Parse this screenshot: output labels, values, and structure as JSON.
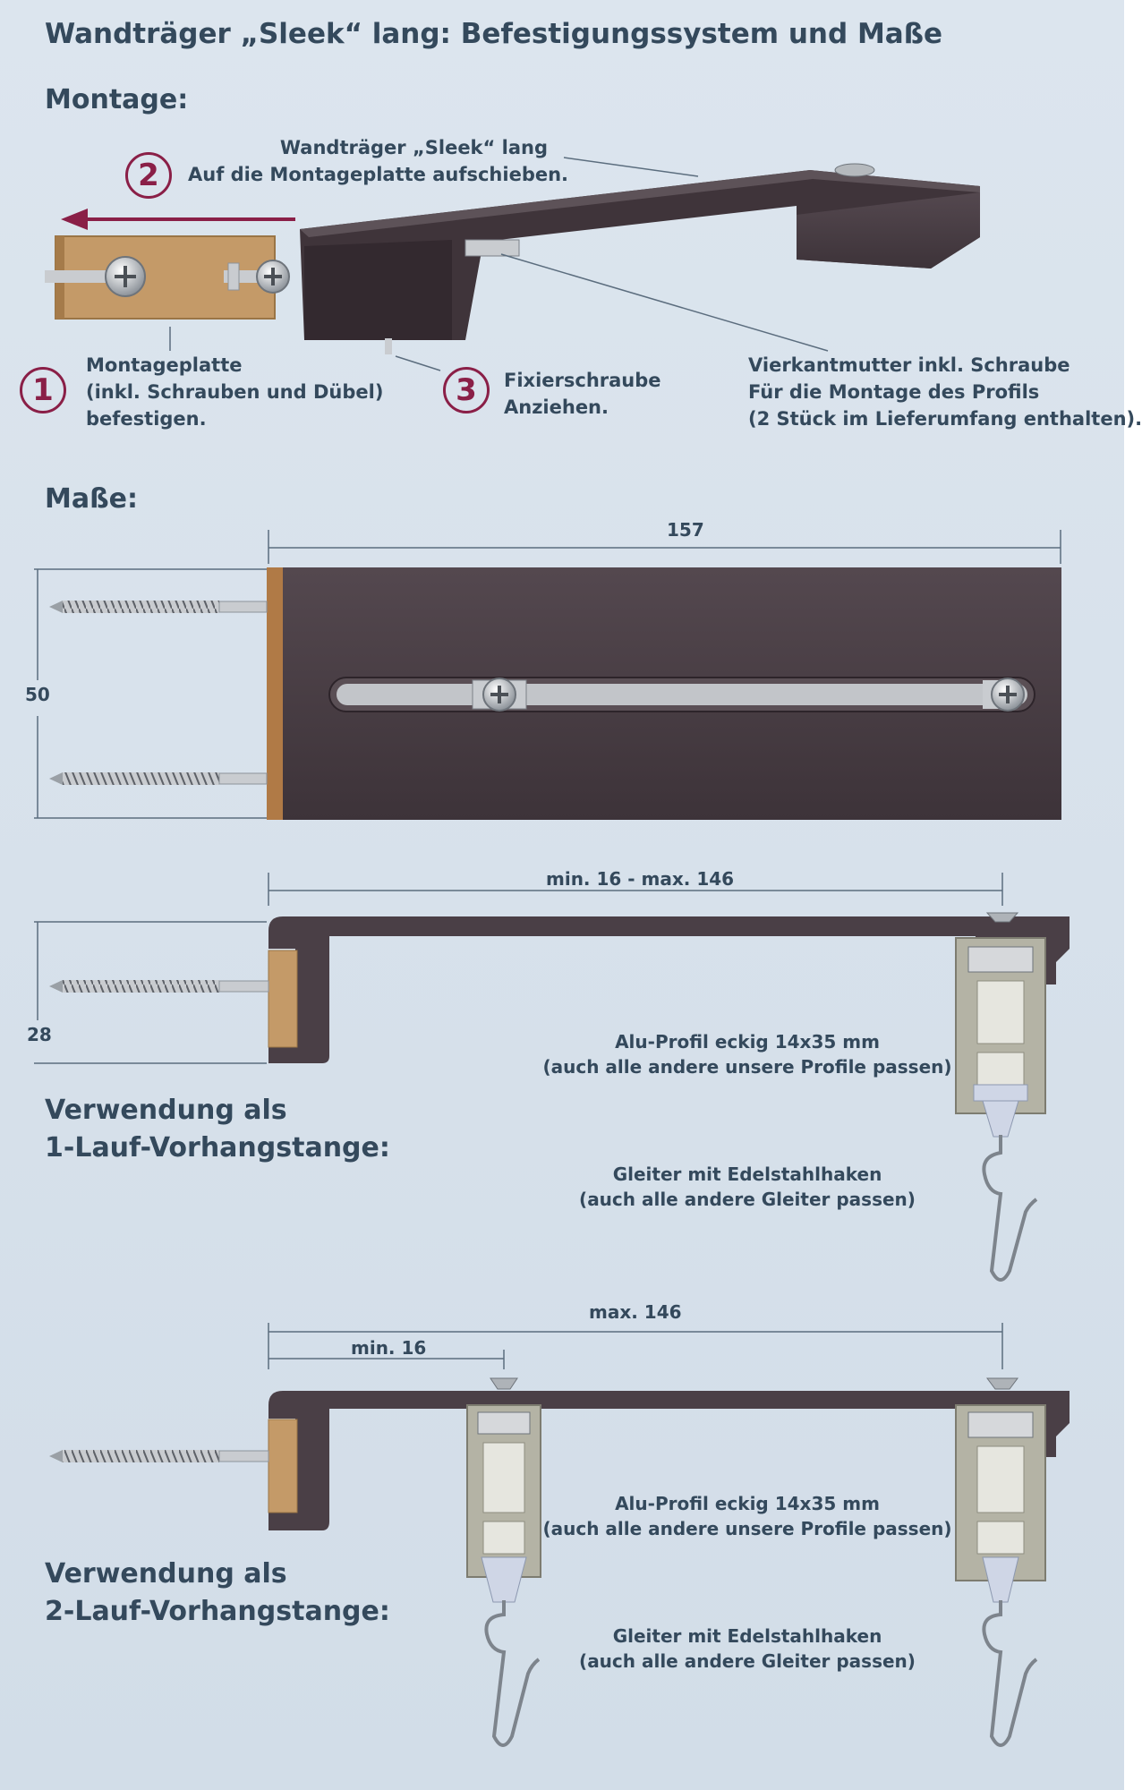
{
  "title": "Wandträger „Sleek“ lang:  Befestigungssystem und Maße",
  "montage": {
    "heading": "Montage:",
    "bracket_label": [
      "Wandträger „Sleek“ lang",
      "Auf die Montageplatte aufschieben."
    ],
    "step_2": "2",
    "step_1": "1",
    "plate_label": [
      "Montageplatte",
      "(inkl. Schrauben und Dübel)",
      "befestigen."
    ],
    "step_3": "3",
    "screw_label": [
      "Fixierschraube",
      "Anziehen."
    ],
    "nut_label": [
      "Vierkantmutter inkl. Schraube",
      "Für die Montage des Profils",
      "(2 Stück im Lieferumfang enthalten)."
    ]
  },
  "masse": {
    "heading": "Maße:",
    "length": "157",
    "height": "50",
    "range_1": "min. 16 - max. 146",
    "depth": "28",
    "range_max": "max. 146",
    "range_min": "min. 16"
  },
  "single": {
    "heading": [
      "Verwendung als",
      "1-Lauf-Vorhangstange:"
    ],
    "profile_label": [
      "Alu-Profil eckig 14x35 mm",
      "(auch alle andere unsere Profile passen)"
    ],
    "glider_label": [
      "Gleiter mit Edelstahlhaken",
      "(auch alle andere Gleiter passen)"
    ]
  },
  "double": {
    "heading": [
      "Verwendung als",
      "2-Lauf-Vorhangstange:"
    ],
    "profile_label": [
      "Alu-Profil eckig 14x35 mm",
      "(auch alle andere unsere Profile passen)"
    ],
    "glider_label": [
      "Gleiter mit Edelstahlhaken",
      "(auch alle andere Gleiter passen)"
    ]
  },
  "colors": {
    "text": "#34495c",
    "accent": "#8a1f47",
    "bracket": "#4a3f46",
    "wood": "#c49a68",
    "profile": "#b4b3a5"
  }
}
